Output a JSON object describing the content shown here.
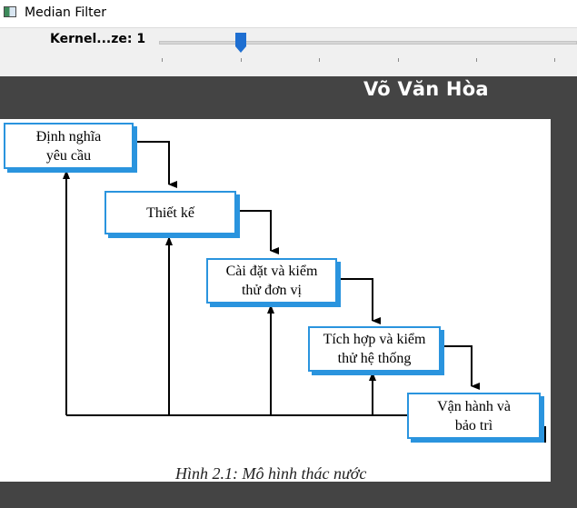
{
  "window": {
    "title": "Median Filter"
  },
  "toolbar": {
    "kernel_label": "Kernel...ze: 1",
    "slider_value": 1
  },
  "overlay": {
    "author_name": "Võ Văn Hòa"
  },
  "figure": {
    "steps": [
      {
        "line1": "Định nghĩa",
        "line2": "yêu cầu"
      },
      {
        "line1": "Thiết kế",
        "line2": ""
      },
      {
        "line1": "Cài đặt và kiểm",
        "line2": "thử đơn vị"
      },
      {
        "line1": "Tích  hợp và kiểm",
        "line2": "thử hệ thống"
      },
      {
        "line1": "Vận hành và",
        "line2": "bảo trì"
      }
    ],
    "caption": "Hình 2.1: Mô hình thác nước"
  },
  "colors": {
    "box_border": "#2a94de",
    "slider_thumb": "#1f6fd1",
    "viewport_bg": "#444444"
  }
}
